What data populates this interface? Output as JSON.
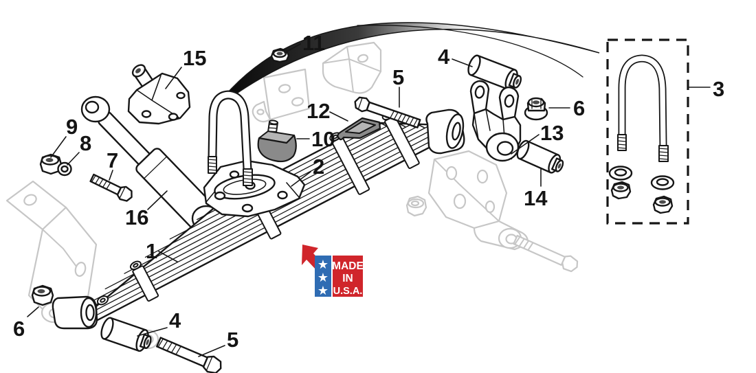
{
  "labels": {
    "1": "1",
    "2": "2",
    "3": "3",
    "4": "4",
    "5": "5",
    "6": "6",
    "7": "7",
    "8": "8",
    "9": "9",
    "10": "10",
    "11": "11",
    "12": "12",
    "13": "13",
    "14": "14",
    "15": "15",
    "16": "16"
  },
  "badge": {
    "star": "★",
    "line1": "MADE",
    "line2": "IN",
    "line3": "U.S.A.",
    "red": "#d0252b",
    "blue": "#2f6cb3",
    "white": "#ffffff"
  }
}
